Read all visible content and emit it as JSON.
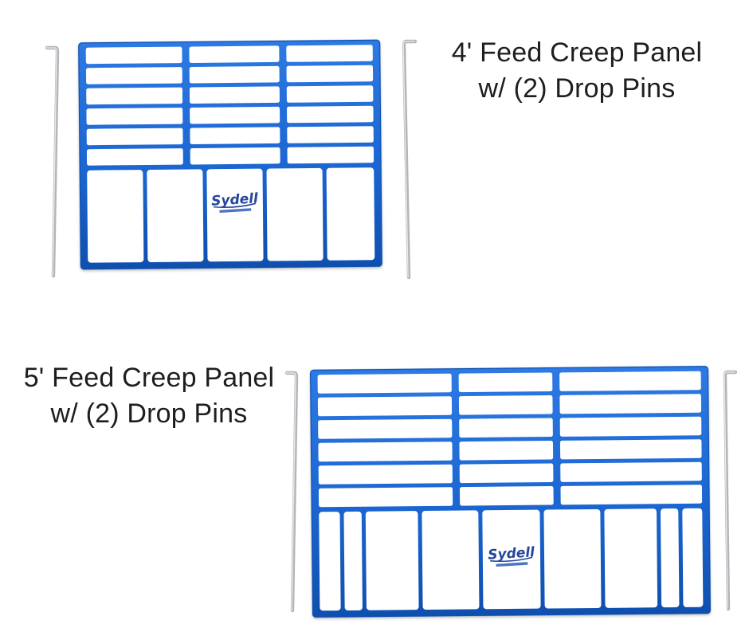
{
  "page": {
    "background": "#ffffff"
  },
  "colors": {
    "panel_blue": "#1b66d2",
    "panel_blue_light": "#2d7ae4",
    "panel_blue_dark": "#0f4fae",
    "opening_white": "#ffffff",
    "pin_gray": "#b2b6ba",
    "pin_highlight": "#e9ebec",
    "logo_blue": "#24479c",
    "logo_tagline_blue": "#4a76c4",
    "title_text": "#1e1e20"
  },
  "products": [
    {
      "name": "4ft-feed-creep-panel",
      "title_lines": [
        "4' Feed Creep Panel",
        "w/ (2) Drop Pins"
      ],
      "logo_text": "Sydell",
      "structure": {
        "top_rows": 6,
        "top_column_weights": [
          1.08,
          1.01,
          0.97
        ],
        "bottom_slot_weights": [
          1,
          1,
          1,
          1,
          0.85
        ],
        "logo_slot_index": 2,
        "drop_pins": 2
      }
    },
    {
      "name": "5ft-feed-creep-panel",
      "title_lines": [
        "5' Feed Creep Panel",
        "w/ (2) Drop Pins"
      ],
      "logo_text": "Sydell",
      "structure": {
        "top_rows": 6,
        "top_column_weights": [
          1.43,
          1.0,
          1.51
        ],
        "bottom_slot_weights": [
          1,
          0.85,
          2.5,
          2.7,
          2.75,
          2.7,
          2.5,
          0.85,
          0.95
        ],
        "logo_slot_index": 4,
        "drop_pins": 2
      }
    }
  ]
}
